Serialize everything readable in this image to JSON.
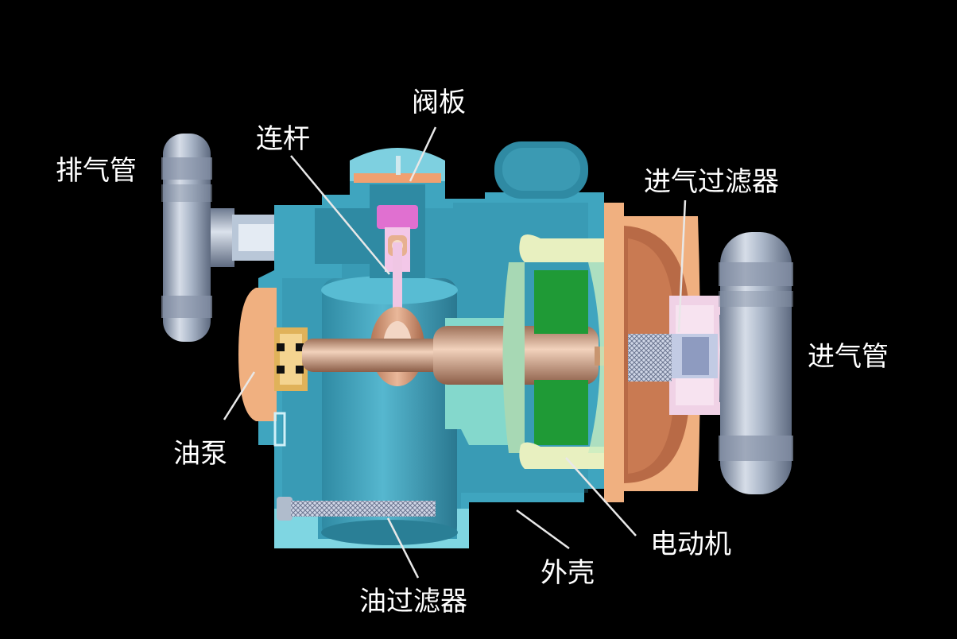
{
  "labels": {
    "valve_plate": "阀板",
    "connecting_rod": "连杆",
    "exhaust_pipe": "排气管",
    "intake_filter": "进气过滤器",
    "intake_pipe": "进气管",
    "oil_pump": "油泵",
    "motor": "电动机",
    "housing": "外壳",
    "oil_filter": "油过滤器"
  },
  "colors": {
    "background": "#000000",
    "housing": "#3fa5bf",
    "housing_dark": "#2a7f96",
    "pipe_metal": "#aab6c8",
    "copper": "#d8a48a",
    "motor_winding": "#1f9a36",
    "motor_pole": "#e8f0c0",
    "pink_piston": "#e070d0",
    "label_text": "#ffffff",
    "leader_line": "#e8e8e8"
  }
}
